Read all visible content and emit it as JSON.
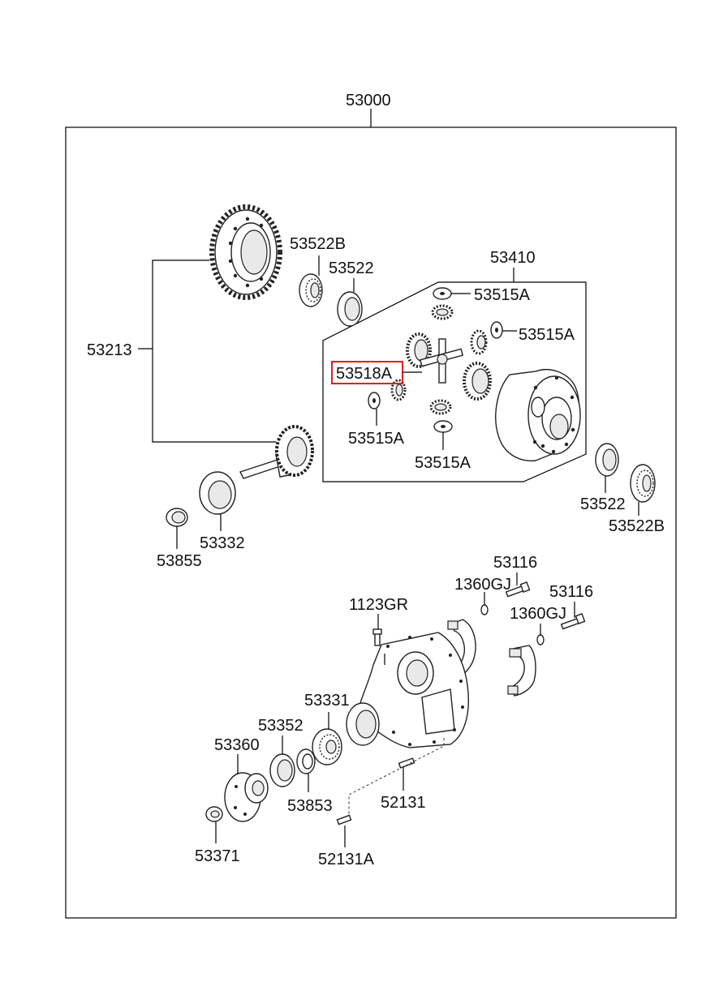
{
  "diagram": {
    "labels": {
      "assembly": "53000",
      "ring_pinion": "53213",
      "bearing_b_top": "53522B",
      "bearing_top": "53522",
      "diff_case": "53410",
      "washer_top": "53515A",
      "washer_right": "53515A",
      "pin_highlighted": "53518A",
      "washer_left": "53515A",
      "washer_bottom": "53515A",
      "bearing_right": "53522",
      "bearing_b_right": "53522B",
      "pinion_bearing": "53332",
      "spacer": "53855",
      "bolt_right_a": "53116",
      "washer_gj_a": "1360GJ",
      "bolt_right_b": "53116",
      "washer_gj_b": "1360GJ",
      "bolt_housing": "1123GR",
      "bearing_front": "53331",
      "seal": "53352",
      "flange": "53360",
      "shim": "53853",
      "stud": "52131",
      "nut": "53371",
      "stud_a": "52131A"
    },
    "highlight_color": "#e0201e"
  }
}
